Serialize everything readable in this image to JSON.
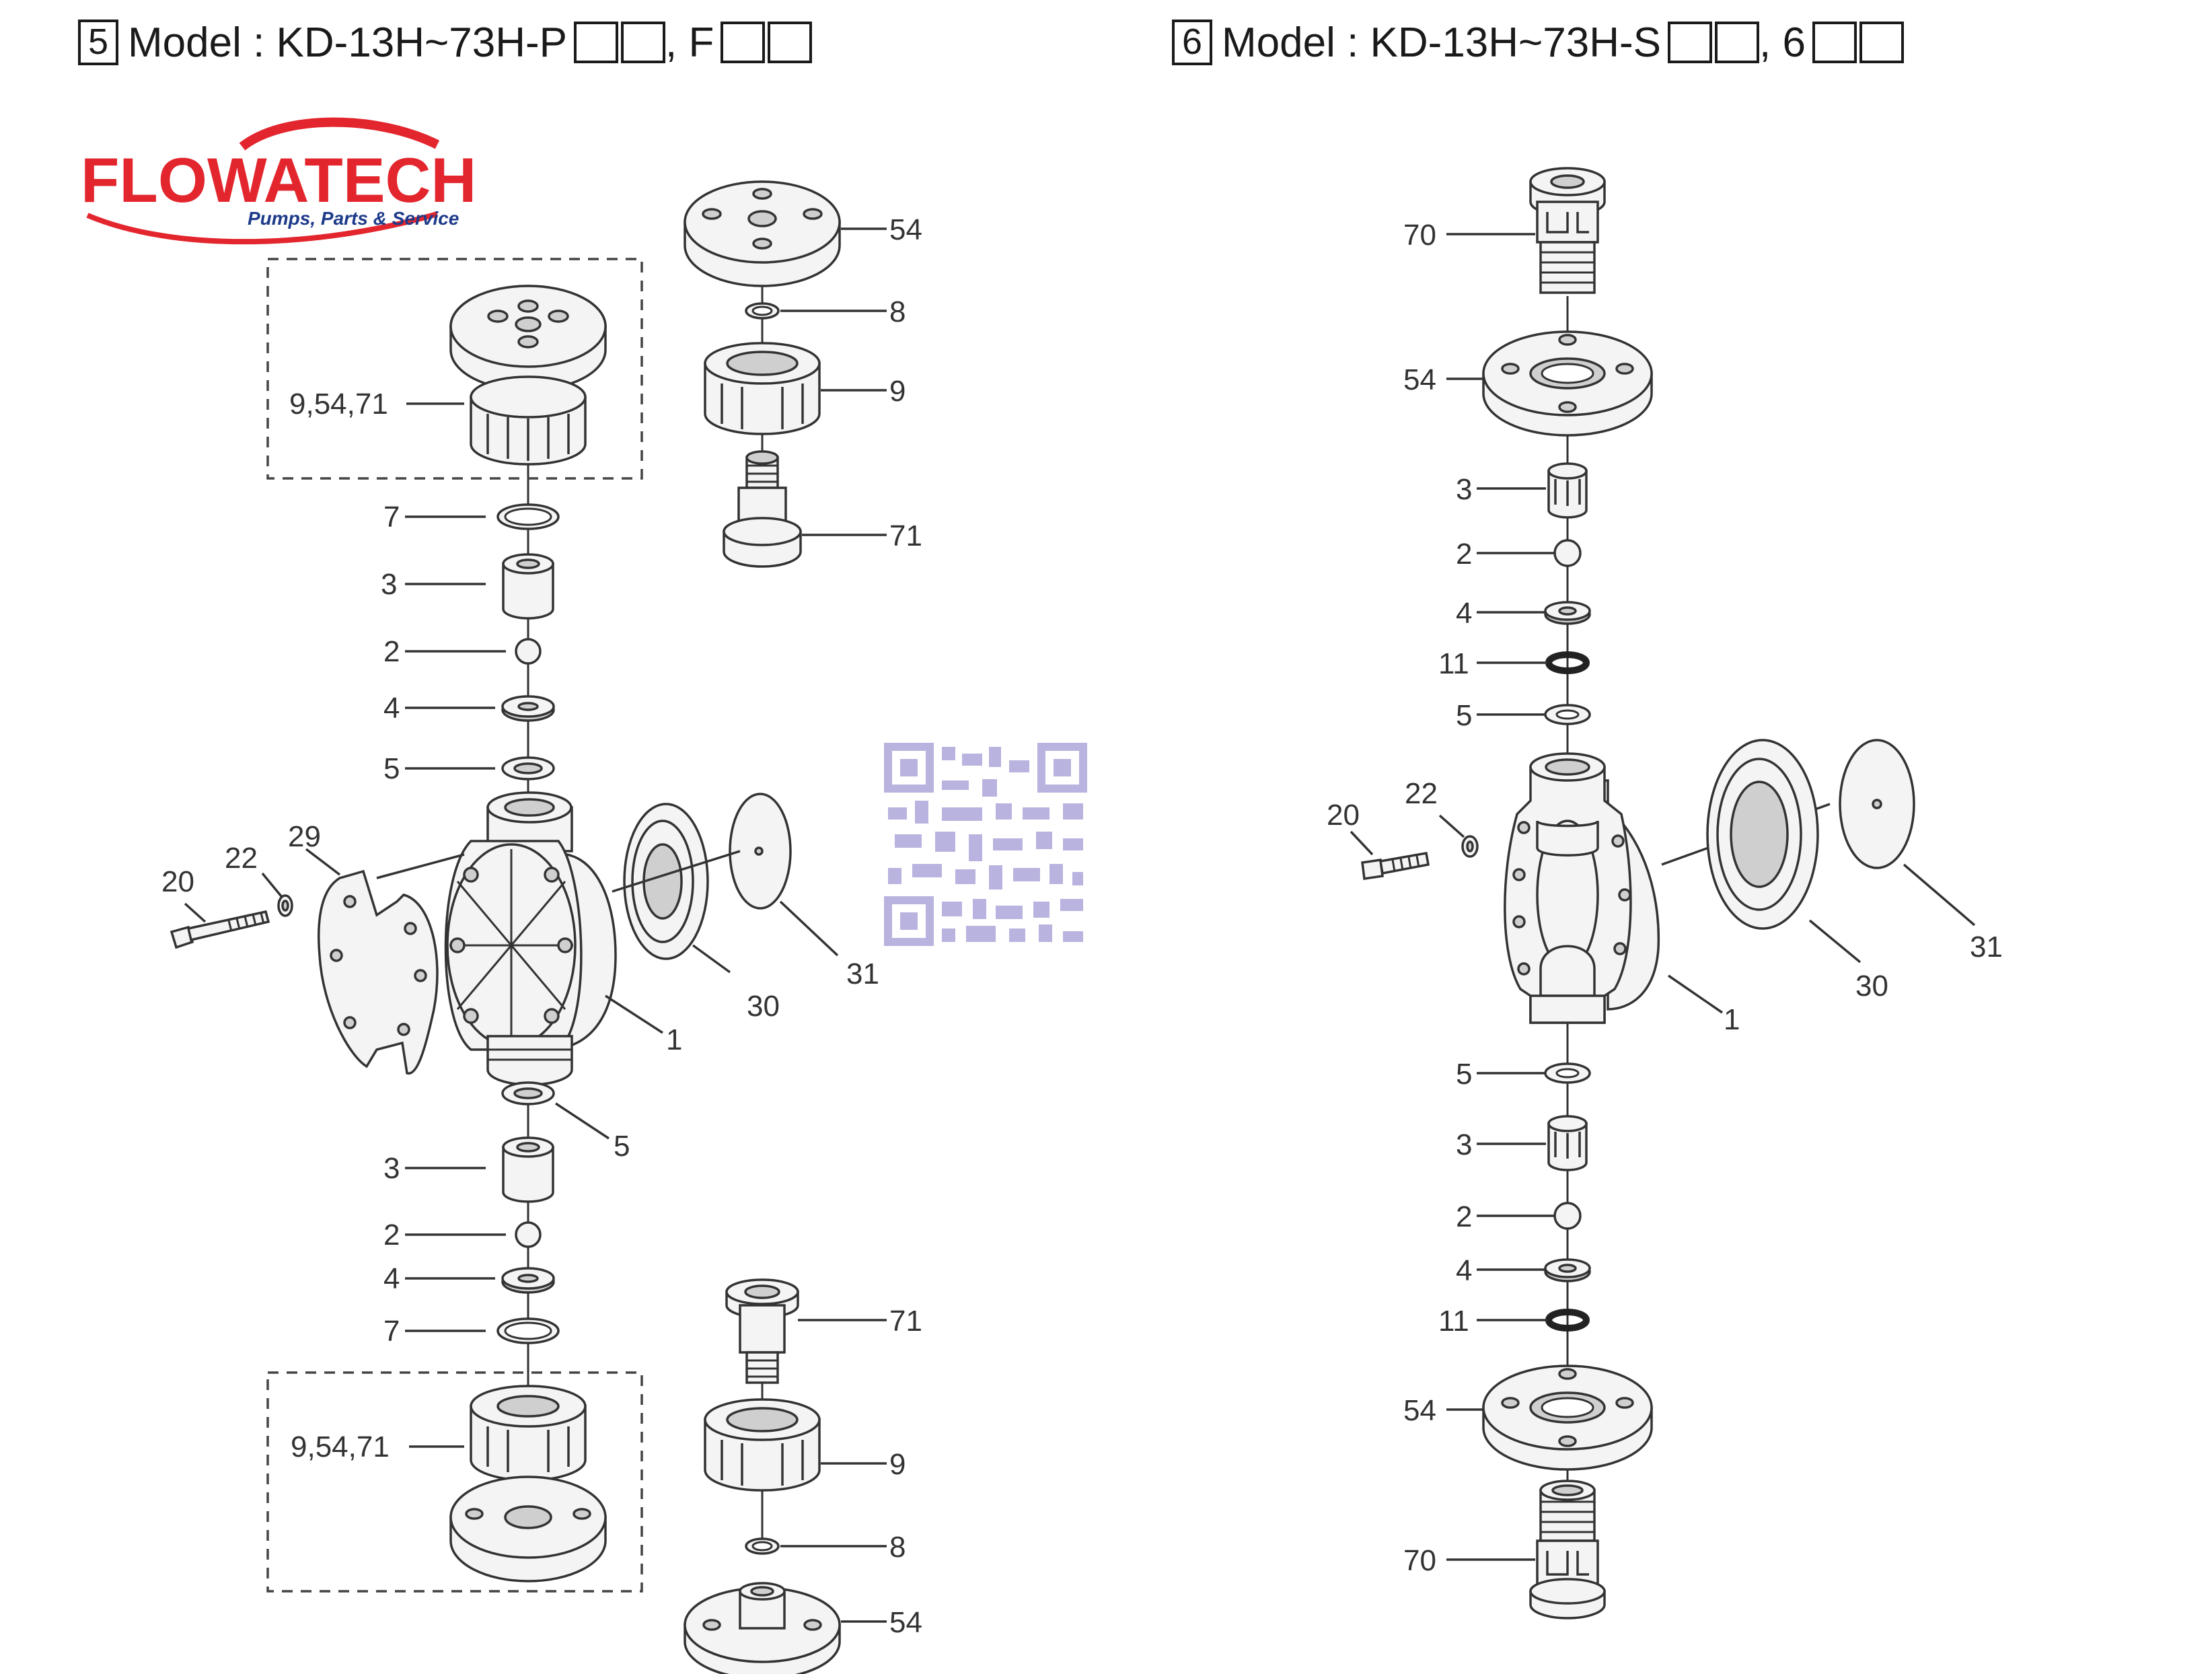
{
  "headings": {
    "left": {
      "number": "5",
      "text": "Model : KD-13H~73H-P",
      "separator": ", F"
    },
    "right": {
      "number": "6",
      "text": "Model : KD-13H~73H-S",
      "separator": ", 6"
    }
  },
  "logo": {
    "brand": "FLOWATECH",
    "tagline": "Pumps, Parts & Service",
    "color": "#e3262e"
  },
  "left_labels": {
    "assy_top": "9,54,71",
    "assy_bottom": "9,54,71",
    "p7a": "7",
    "p3a": "3",
    "p2a": "2",
    "p4a": "4",
    "p5a": "5",
    "p20": "20",
    "p22": "22",
    "p29": "29",
    "p1": "1",
    "p30": "30",
    "p31": "31",
    "p5b": "5",
    "p3b": "3",
    "p2b": "2",
    "p4b": "4",
    "p7b": "7",
    "p54a": "54",
    "p8a": "8",
    "p9a": "9",
    "p71a": "71",
    "p71b": "71",
    "p9b": "9",
    "p8b": "8",
    "p54b": "54"
  },
  "right_labels": {
    "p70a": "70",
    "p54a": "54",
    "p3a": "3",
    "p2a": "2",
    "p4a": "4",
    "p11a": "11",
    "p5a": "5",
    "p20": "20",
    "p22": "22",
    "p1": "1",
    "p30": "30",
    "p31": "31",
    "p5b": "5",
    "p3b": "3",
    "p2b": "2",
    "p4b": "4",
    "p11b": "11",
    "p54b": "54",
    "p70b": "70"
  },
  "qr_color": "#b9b3df"
}
